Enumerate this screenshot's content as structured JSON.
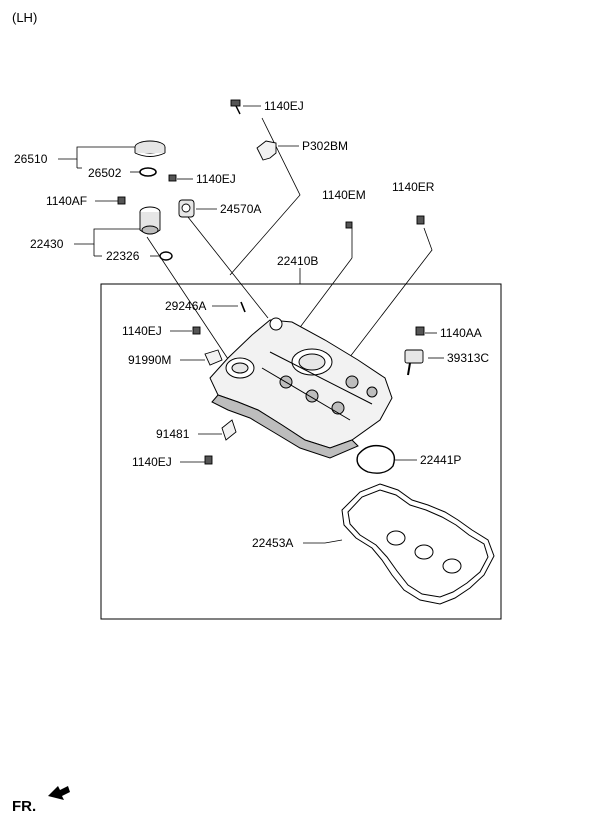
{
  "corner_label": "(LH)",
  "front_label": "FR.",
  "parts": {
    "p1140EJ_top": "1140EJ",
    "pP302BM": "P302BM",
    "p26510": "26510",
    "p26502": "26502",
    "p1140EJ_mid": "1140EJ",
    "p1140EM": "1140EM",
    "p1140ER": "1140ER",
    "p1140AF": "1140AF",
    "p24570A": "24570A",
    "p22430": "22430",
    "p22326": "22326",
    "p22410B": "22410B",
    "p29246A": "29246A",
    "p1140EJ_left": "1140EJ",
    "p1140AA": "1140AA",
    "p39313C": "39313C",
    "p91990M": "91990M",
    "p91481": "91481",
    "p22441P": "22441P",
    "p1140EJ_bottom": "1140EJ",
    "p22453A": "22453A"
  },
  "colors": {
    "line": "#000000",
    "part_fill": "#f2f2f2",
    "part_shade": "#bdbdbd"
  }
}
